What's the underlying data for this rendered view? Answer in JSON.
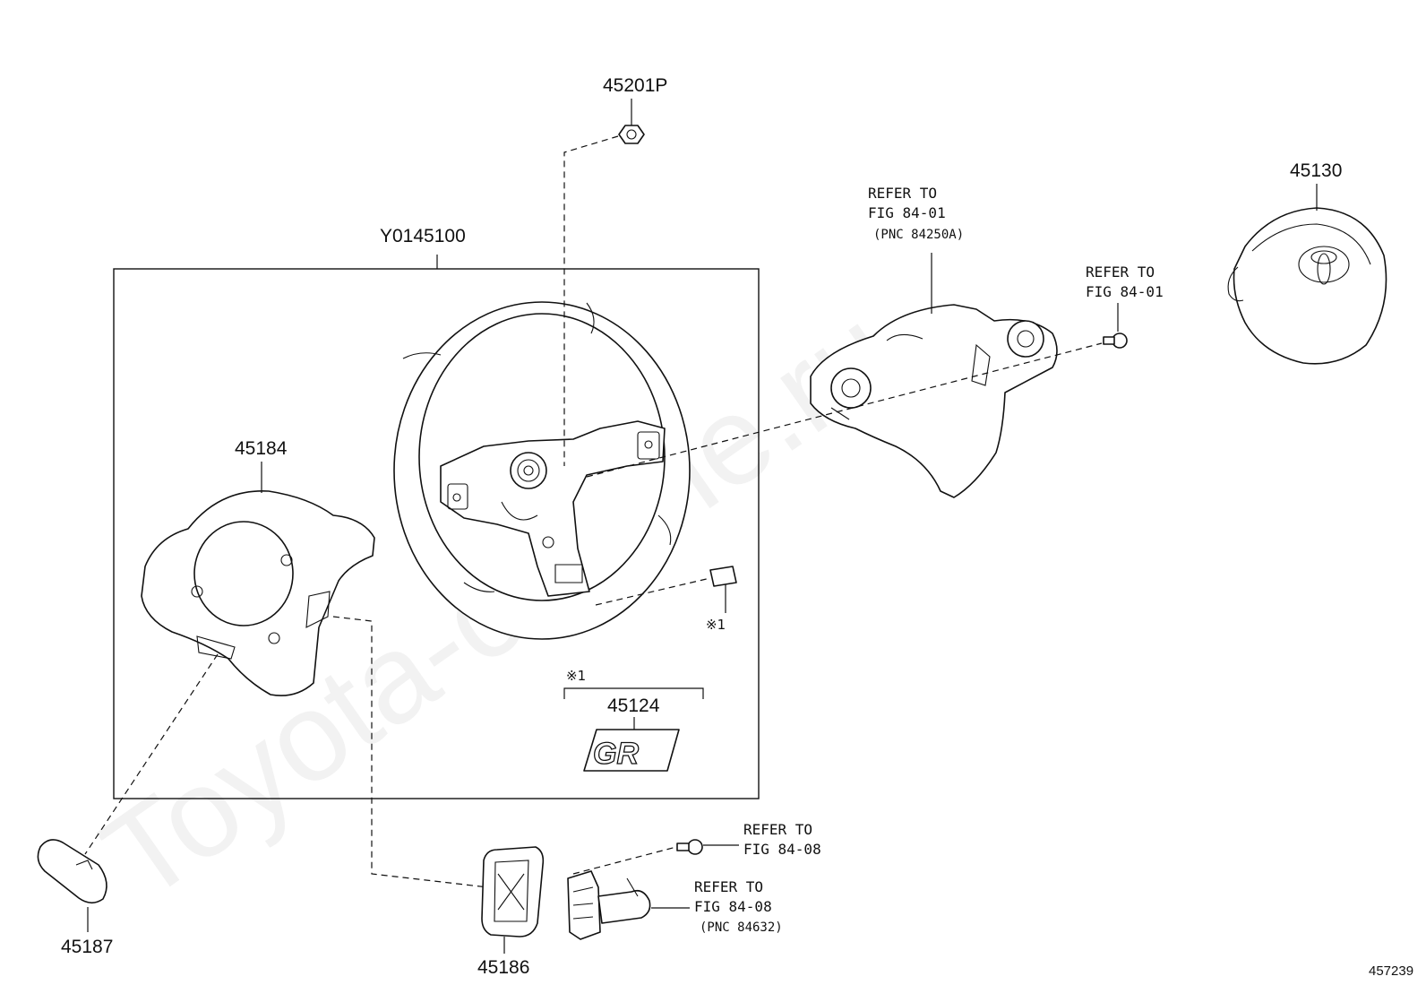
{
  "watermark": "Toyota-carline.ru",
  "figure_number": "457239",
  "parts": {
    "p45201P": "45201P",
    "pY0145100": "Y0145100",
    "p45130": "45130",
    "p45184": "45184",
    "p45124": "45124",
    "p45187": "45187",
    "p45186": "45186"
  },
  "emblem_text": "GR",
  "note_mark": "※1",
  "refs": {
    "switch_assembly": {
      "line1": "REFER TO",
      "line2": "FIG 84-01",
      "line3": "(PNC 84250A)"
    },
    "screw_top": {
      "line1": "REFER TO",
      "line2": "FIG 84-01"
    },
    "screw_bottom": {
      "line1": "REFER TO",
      "line2": "FIG 84-08"
    },
    "paddle_switch": {
      "line1": "REFER TO",
      "line2": "FIG 84-08",
      "line3": "(PNC 84632)"
    }
  }
}
